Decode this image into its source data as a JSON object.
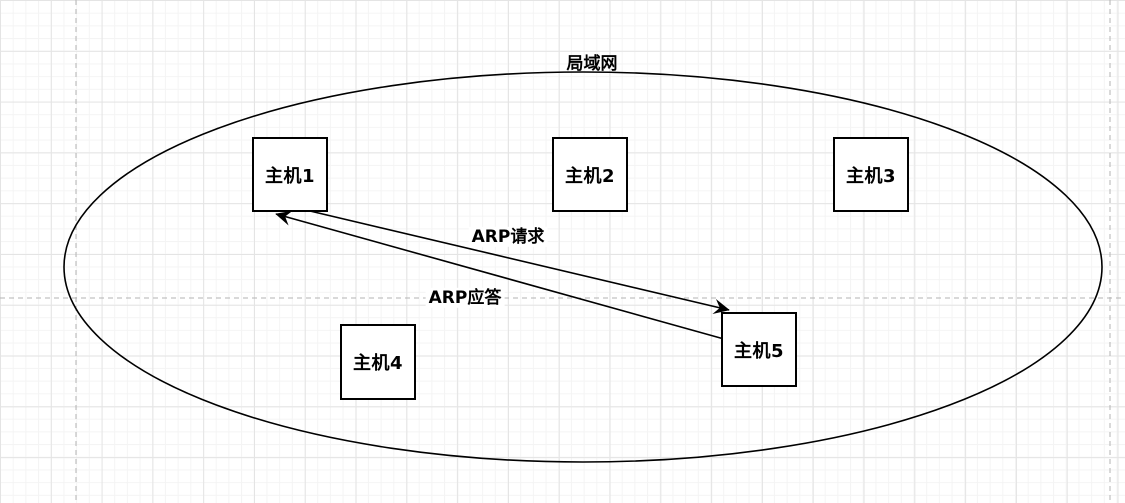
{
  "diagram": {
    "title": "局域网",
    "hosts": [
      {
        "label": "主机1"
      },
      {
        "label": "主机2"
      },
      {
        "label": "主机3"
      },
      {
        "label": "主机4"
      },
      {
        "label": "主机5"
      }
    ],
    "arrows": [
      {
        "label": "ARP请求",
        "from": "主机1",
        "to": "主机5"
      },
      {
        "label": "ARP应答",
        "from": "主机5",
        "to": "主机1"
      }
    ],
    "colors": {
      "stroke": "#000000",
      "box_fill": "#ffffff",
      "grid_minor": "#f4f4f4",
      "grid_major": "#e4e4e4",
      "page_break": "#b3b3b3",
      "background": "#ffffff"
    }
  }
}
